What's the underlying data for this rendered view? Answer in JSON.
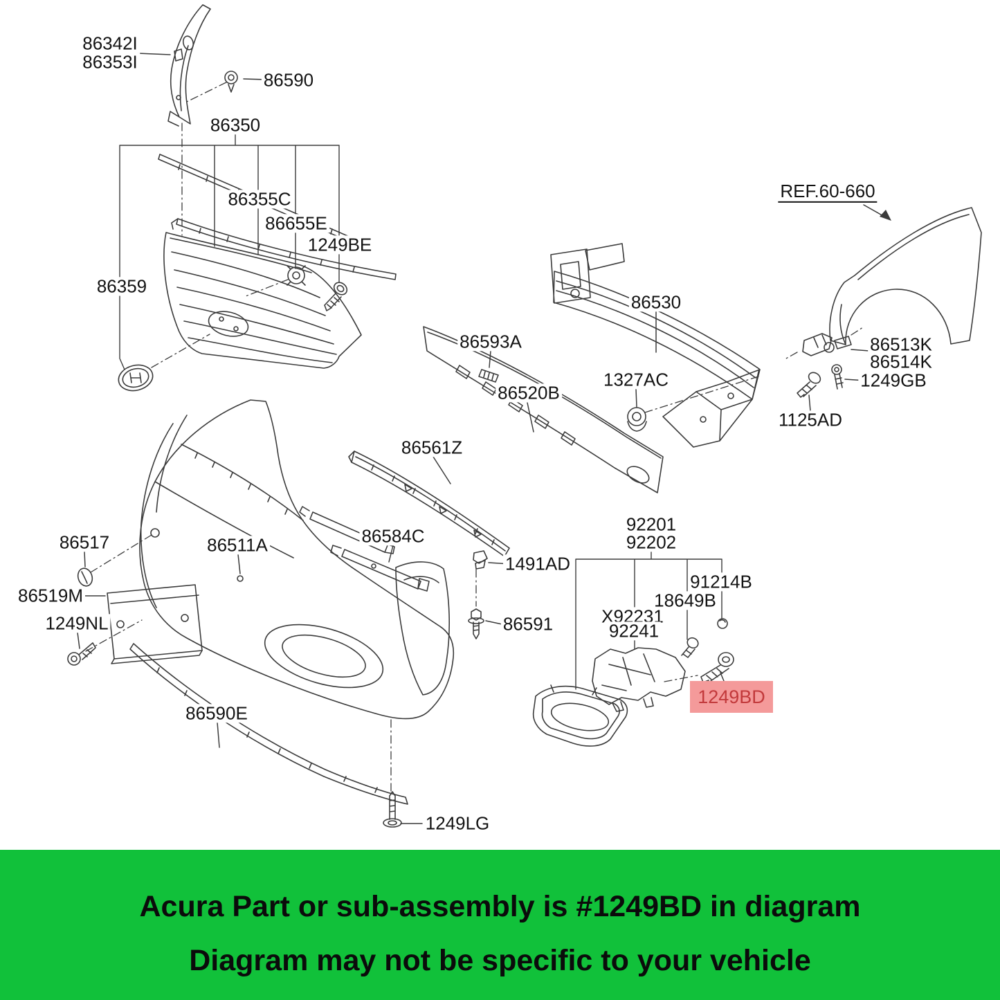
{
  "banner": {
    "line1": "Acura Part or sub-assembly is #1249BD in diagram",
    "line2": "Diagram may not be specific to your vehicle",
    "background_color": "#11c13a",
    "text_color": "#0b0b0b"
  },
  "highlight": {
    "background_color": "#f49a9a",
    "text_color": "#c2393b",
    "highlighted_part": "1249BD"
  },
  "diagram": {
    "reference_label": "REF.60-660",
    "part_labels": [
      "86342I",
      "86353I",
      "86590",
      "86350",
      "86355C",
      "86655E",
      "1249BE",
      "86359",
      "REF.60-660",
      "86530",
      "86593A",
      "86520B",
      "1327AC",
      "86513K",
      "86514K",
      "1249GB",
      "1125AD",
      "86561Z",
      "86517",
      "86511A",
      "86584C",
      "1491AD",
      "86519M",
      "1249NL",
      "86591",
      "92201",
      "92202",
      "91214B",
      "18649B",
      "X92231",
      "92241",
      "1249BD",
      "86590E",
      "1249LG"
    ]
  }
}
